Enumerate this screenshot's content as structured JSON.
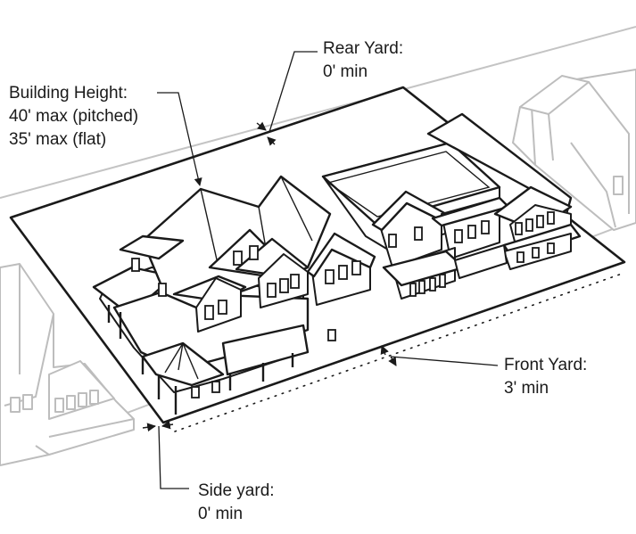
{
  "labels": {
    "building_height": {
      "title": "Building Height:",
      "line1": "40' max (pitched)",
      "line2": "35' max (flat)"
    },
    "rear_yard": {
      "title": "Rear Yard:",
      "value": "0' min"
    },
    "front_yard": {
      "title": "Front Yard:",
      "value": "3' min"
    },
    "side_yard": {
      "title": "Side yard:",
      "value": "0' min"
    }
  },
  "colors": {
    "line": "#1a1a1a",
    "context": "#bdbdbd",
    "background": "#ffffff"
  }
}
